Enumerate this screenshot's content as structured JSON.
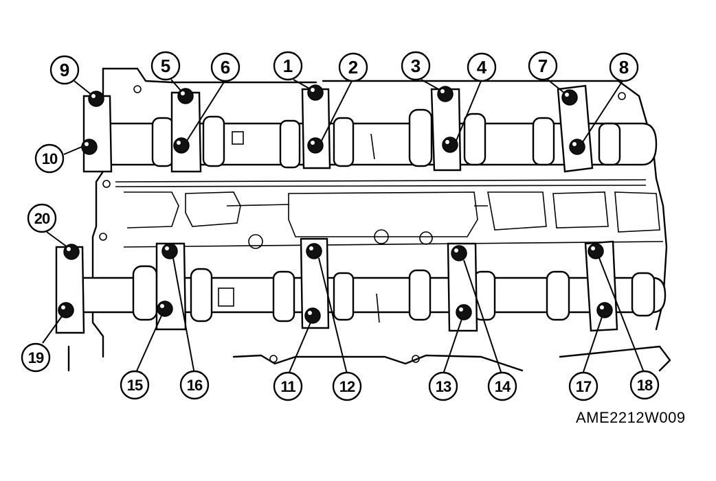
{
  "figure": {
    "code": "AME2212W009"
  },
  "callouts": [
    {
      "label": "1"
    },
    {
      "label": "2"
    },
    {
      "label": "3"
    },
    {
      "label": "4"
    },
    {
      "label": "5"
    },
    {
      "label": "6"
    },
    {
      "label": "7"
    },
    {
      "label": "8"
    },
    {
      "label": "9"
    },
    {
      "label": "10"
    },
    {
      "label": "11"
    },
    {
      "label": "12"
    },
    {
      "label": "13"
    },
    {
      "label": "14"
    },
    {
      "label": "15"
    },
    {
      "label": "16"
    },
    {
      "label": "17"
    },
    {
      "label": "18"
    },
    {
      "label": "19"
    },
    {
      "label": "20"
    }
  ]
}
